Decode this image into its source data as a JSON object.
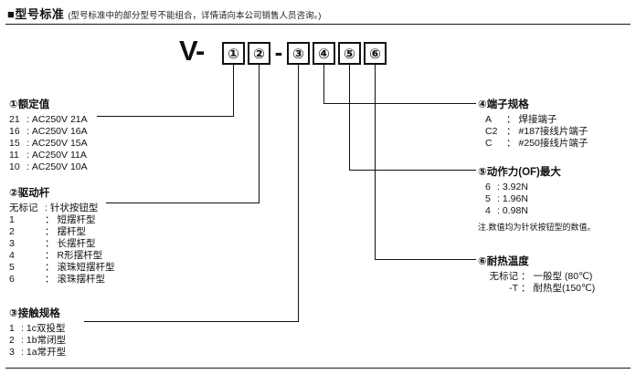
{
  "header": {
    "title": "■型号标准",
    "note": "(型号标准中的部分型号不能组合，详情请向本公司销售人员咨询。)"
  },
  "model": {
    "prefix": "V-",
    "separator": "-",
    "boxes": [
      "①",
      "②",
      "③",
      "④",
      "⑤",
      "⑥"
    ]
  },
  "sections": {
    "rating": {
      "title": "①额定值",
      "items": [
        {
          "c": "21",
          "sep": ":",
          "t": "AC250V 21A"
        },
        {
          "c": "16",
          "sep": ":",
          "t": "AC250V 16A"
        },
        {
          "c": "15",
          "sep": ":",
          "t": "AC250V 15A"
        },
        {
          "c": "11",
          "sep": ":",
          "t": "AC250V 11A"
        },
        {
          "c": "10",
          "sep": ":",
          "t": "AC250V 10A"
        }
      ]
    },
    "actuator": {
      "title": "②驱动杆",
      "items": [
        {
          "c": "无标记",
          "sep": ":",
          "t": "针状按钮型"
        },
        {
          "c": "1",
          "sep": "：",
          "t": "短摆杆型"
        },
        {
          "c": "2",
          "sep": "：",
          "t": "摆杆型"
        },
        {
          "c": "3",
          "sep": "：",
          "t": "长摆杆型"
        },
        {
          "c": "4",
          "sep": "：",
          "t": "R形摆杆型"
        },
        {
          "c": "5",
          "sep": "：",
          "t": "滚珠短摆杆型"
        },
        {
          "c": "6",
          "sep": "：",
          "t": "滚珠摆杆型"
        }
      ]
    },
    "contact": {
      "title": "③接触规格",
      "items": [
        {
          "c": "1",
          "sep": ":",
          "t": "1c双投型"
        },
        {
          "c": "2",
          "sep": ":",
          "t": "1b常闭型"
        },
        {
          "c": "3",
          "sep": ":",
          "t": "1a常开型"
        }
      ]
    },
    "terminal": {
      "title": "④端子规格",
      "items": [
        {
          "c": "A",
          "sep": "：",
          "t": "焊接端子"
        },
        {
          "c": "C2",
          "sep": "：",
          "t": "#187接线片端子"
        },
        {
          "c": "C",
          "sep": "：",
          "t": "#250接线片端子"
        }
      ]
    },
    "force": {
      "title": "⑤动作力(OF)最大",
      "items": [
        {
          "c": "6",
          "sep": ":",
          "t": "3.92N"
        },
        {
          "c": "5",
          "sep": ":",
          "t": "1.96N"
        },
        {
          "c": "4",
          "sep": ":",
          "t": "0.98N"
        }
      ],
      "note": "注.数值均为针状按钮型的数值。"
    },
    "heat": {
      "title": "⑥耐热温度",
      "items": [
        {
          "c": "无标记",
          "sep": "：",
          "t": "一般型 (80℃)"
        },
        {
          "c": "-T",
          "sep": "：",
          "t": "耐热型(150℃)"
        }
      ]
    }
  }
}
